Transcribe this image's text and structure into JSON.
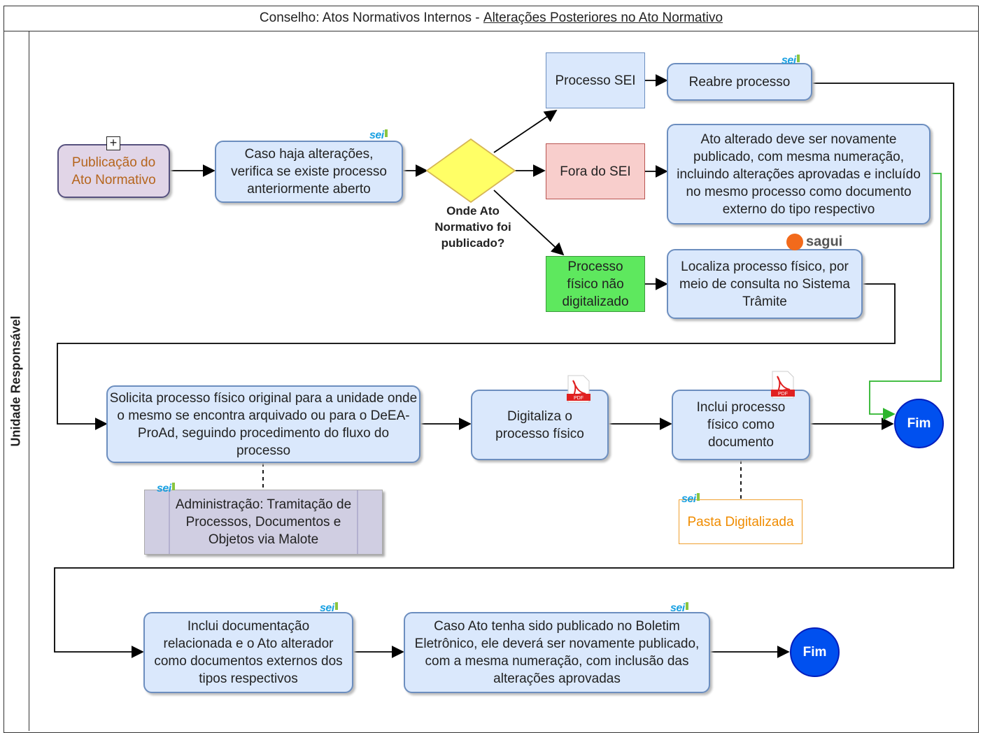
{
  "title": {
    "prefix": "Conselho: Atos Normativos Internos - ",
    "underlined": "Alterações Posteriores no Ato Normativo"
  },
  "lane": {
    "label": "Unidade Responsável"
  },
  "nodes": {
    "publicacao": "Publicação do Ato Normativo",
    "caso_haja": "Caso haja alterações, verifica se existe processo anteriormente aberto",
    "gateway_label": "Onde Ato Normativo foi publicado?",
    "processo_sei": "Processo SEI",
    "reabre": "Reabre processo",
    "fora_sei": "Fora do SEI",
    "ato_alterado": "Ato alterado deve ser novamente publicado, com mesma numeração, incluindo alterações aprovadas e incluído no mesmo processo como documento externo do tipo respectivo",
    "fisico_nao_dig": "Processo físico não digitalizado",
    "localiza": "Localiza processo físico, por meio de consulta no Sistema Trâmite",
    "solicita": "Solicita processo físico original para a unidade onde o mesmo se encontra arquivado ou para o DeEA-ProAd, seguindo procedimento do fluxo do processo",
    "digitaliza": "Digitaliza o processo físico",
    "inclui_fisico": "Inclui processo físico como documento",
    "fim1": "Fim",
    "administracao": "Administração: Tramitação de Processos, Documentos e Objetos via Malote",
    "pasta": "Pasta Digitalizada",
    "inclui_doc": "Inclui documentação relacionada e o Ato alterador como documentos externos dos tipos respectivos",
    "caso_ato": "Caso Ato tenha sido publicado no Boletim Eletrônico, ele deverá ser novamente publicado, com a mesma numeração, com inclusão das alterações aprovadas",
    "fim2": "Fim"
  },
  "badges": {
    "sei": "sei",
    "sagui": "sagui",
    "pdf": "PDF",
    "plus": "+"
  }
}
